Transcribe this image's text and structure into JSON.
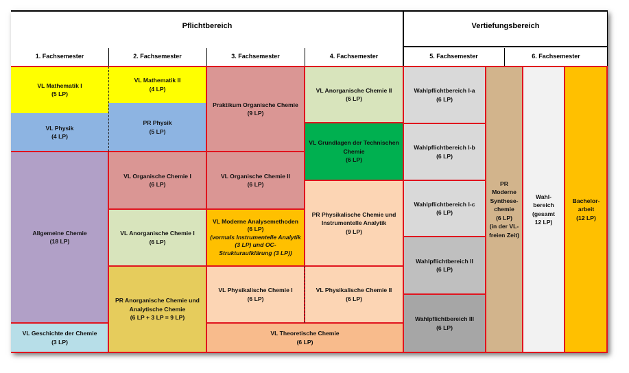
{
  "headers": {
    "pflicht": "Pflichtbereich",
    "vertiefung": "Vertiefungsbereich"
  },
  "semesters": [
    "1. Fachsemester",
    "2. Fachsemester",
    "3. Fachsemester",
    "4. Fachsemester",
    "5. Fachsemester",
    "6. Fachsemester"
  ],
  "modules": {
    "mathe1": {
      "name": "VL Mathematik I",
      "lp": "(5 LP)",
      "color": "#ffff00"
    },
    "physik": {
      "name": "VL Physik",
      "lp": "(4 LP)",
      "color": "#8db4e2"
    },
    "allgchem": {
      "name": "Allgemeine Chemie",
      "lp": "(18 LP)",
      "color": "#b1a0c7"
    },
    "geschichte": {
      "name": "VL Geschichte der Chemie",
      "lp": "(3 LP)",
      "color": "#b7dee8"
    },
    "mathe2": {
      "name": "VL Mathematik II",
      "lp": "(4 LP)",
      "color": "#ffff00"
    },
    "prphysik": {
      "name": "PR Physik",
      "lp": "(5 LP)",
      "color": "#8db4e2"
    },
    "oc1": {
      "name": "VL Organische Chemie I",
      "lp": "(6 LP)",
      "color": "#da9694"
    },
    "ac1": {
      "name": "VL Anorganische Chemie I",
      "lp": "(6 LP)",
      "color": "#d8e4bc"
    },
    "prac": {
      "name": "PR Anorganische Chemie und Analytische Chemie",
      "lp": "(6 LP + 3 LP = 9 LP)",
      "color": "#e6cc5c"
    },
    "proc": {
      "name": "Praktikum Organische Chemie",
      "lp": "(9 LP)",
      "color": "#da9694"
    },
    "oc2": {
      "name": "VL Organische Chemie II",
      "lp": "(6 LP)",
      "color": "#da9694"
    },
    "analytik": {
      "name": "VL Moderne Analysemethoden",
      "lp": "(6 LP)",
      "note": "(vormals Instrumentelle Analytik (3 LP) und OC-Strukturaufklärung (3 LP))",
      "color": "#ffc000"
    },
    "pc1": {
      "name": "VL Physikalische Chemie I",
      "lp": "(6 LP)",
      "color": "#fcd5b4"
    },
    "theo": {
      "name": "VL Theoretische Chemie",
      "lp": "(6 LP)",
      "color": "#f8bb8c"
    },
    "ac2": {
      "name": "VL Anorganische Chemie II",
      "lp": "(6 LP)",
      "color": "#d8e4bc"
    },
    "tc": {
      "name": "VL Grundlagen der Technischen Chemie",
      "lp": "(6 LP)",
      "color": "#00b050"
    },
    "prpc": {
      "name": "PR Physikalische Chemie und Instrumentelle Analytik",
      "lp": "(9 LP)",
      "color": "#fcd5b4"
    },
    "pc2": {
      "name": "VL Physikalische Chemie II",
      "lp": "(6 LP)",
      "color": "#fcd5b4"
    },
    "wp1a": {
      "name": "Wahlpflichtbereich I-a",
      "lp": "(6 LP)",
      "color": "#d9d9d9"
    },
    "wp1b": {
      "name": "Wahlpflichtbereich I-b",
      "lp": "(6 LP)",
      "color": "#d9d9d9"
    },
    "wp1c": {
      "name": "Wahlpflichtbereich I-c",
      "lp": "(6 LP)",
      "color": "#d9d9d9"
    },
    "wp2": {
      "name": "Wahlpflichtbereich II",
      "lp": "(6 LP)",
      "color": "#bfbfbf"
    },
    "wp3": {
      "name": "Wahlpflichtbereich III",
      "lp": "(6 LP)",
      "color": "#a6a6a6"
    },
    "prsynth": {
      "lines": [
        "PR",
        "Moderne",
        "Synthese-",
        "chemie",
        "(6 LP)",
        "(in der VL-",
        "freien Zeit)"
      ],
      "color": "#d2b48c"
    },
    "wahl": {
      "lines": [
        "Wahl-",
        "bereich",
        "(gesamt",
        "12 LP)"
      ],
      "color": "#f2f2f2"
    },
    "bachelor": {
      "lines": [
        "Bachelor-",
        "arbeit",
        "(12 LP)"
      ],
      "color": "#ffc000"
    }
  }
}
